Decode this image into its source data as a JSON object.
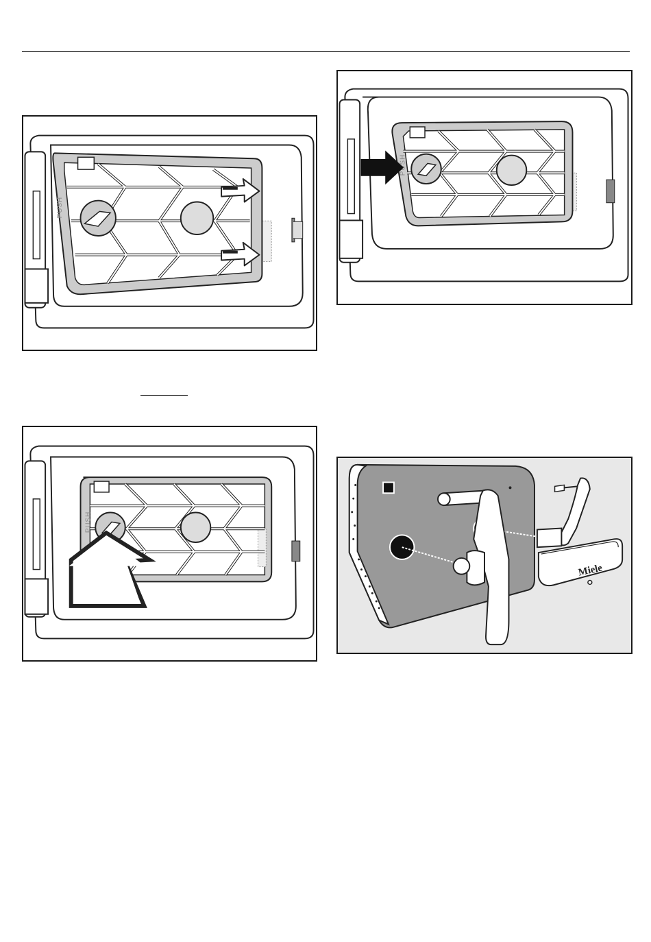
{
  "page": {
    "figures": [
      {
        "id": "fig1",
        "push_label": "PUSH"
      },
      {
        "id": "fig2",
        "push_label": "PUSH"
      },
      {
        "id": "fig3",
        "push_label": "PUSH"
      },
      {
        "id": "fig4",
        "brand_logo": "Miele"
      }
    ]
  }
}
